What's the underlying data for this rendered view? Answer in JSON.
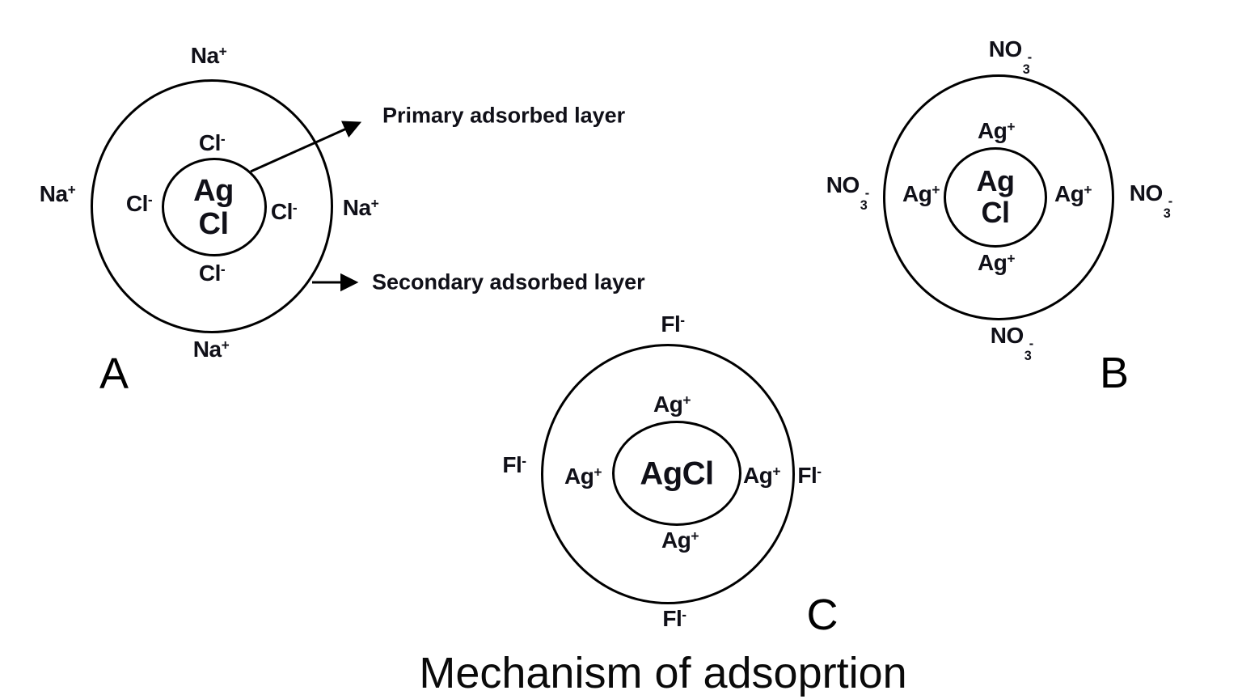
{
  "title": "Mechanism of adsoprtion",
  "colors": {
    "ink": "#101018",
    "line": "#000000",
    "background": "#ffffff"
  },
  "annotations": {
    "primary_label": "Primary adsorbed layer",
    "secondary_label": "Secondary adsorbed layer"
  },
  "diagrams": {
    "a": {
      "label": "A",
      "core_line1": "Ag",
      "core_line2": "Cl",
      "inner_ion": {
        "base": "Cl",
        "sup": "-"
      },
      "outer_ion": {
        "base": "Na",
        "sup": "+"
      }
    },
    "b": {
      "label": "B",
      "core_line1": "Ag",
      "core_line2": "Cl",
      "inner_ion": {
        "base": "Ag",
        "sup": "+"
      },
      "outer_ion": {
        "base": "NO",
        "sub": "3",
        "sup": "-"
      }
    },
    "c": {
      "label": "C",
      "core": "AgCl",
      "inner_ion": {
        "base": "Ag",
        "sup": "+"
      },
      "outer_ion": {
        "base": "Fl",
        "sup": "-"
      }
    }
  }
}
